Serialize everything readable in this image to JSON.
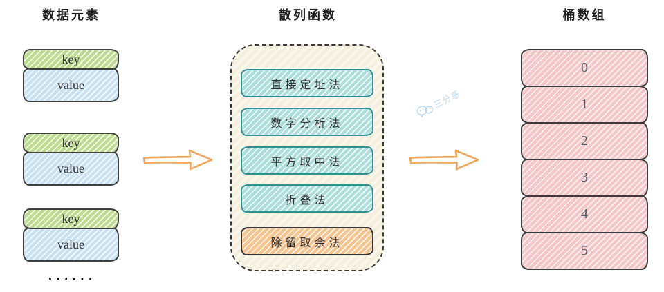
{
  "data_elements": {
    "title": "数据元素",
    "pairs": [
      {
        "key": "key",
        "value": "value"
      },
      {
        "key": "key",
        "value": "value"
      },
      {
        "key": "key",
        "value": "value"
      }
    ],
    "ellipsis": "......"
  },
  "hash_functions": {
    "title": "散列函数",
    "methods": [
      {
        "label": "直接定址法",
        "variant": "teal"
      },
      {
        "label": "数字分析法",
        "variant": "teal"
      },
      {
        "label": "平方取中法",
        "variant": "teal"
      },
      {
        "label": "折叠法",
        "variant": "teal"
      },
      {
        "label": "除留取余法",
        "variant": "orange"
      }
    ]
  },
  "bucket_array": {
    "title": "桶数组",
    "buckets": [
      "0",
      "1",
      "2",
      "3",
      "4",
      "5"
    ]
  },
  "watermark": {
    "text": "三分恶",
    "icon": "wechat-icon"
  },
  "colors": {
    "key_green": "#bcda90",
    "value_blue": "#c8e1f5",
    "method_teal_fill": "#abdedb",
    "method_teal_border": "#2f9096",
    "method_orange_fill": "#f7c28e",
    "container_cream": "#f6f1e3",
    "bucket_pink": "#f7c5c5",
    "arrow_orange": "#f2a55c",
    "watermark_blue": "#b7d7f0",
    "ink": "#3a3a3a"
  }
}
